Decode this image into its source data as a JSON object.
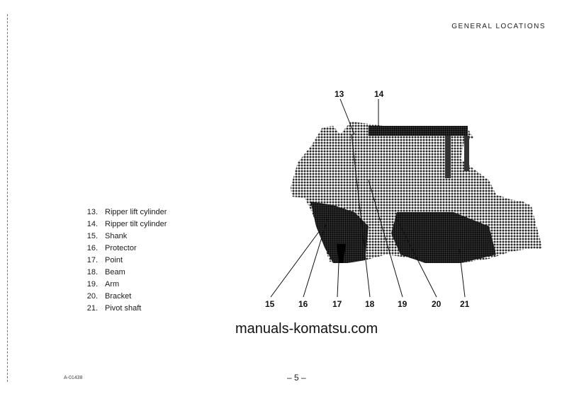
{
  "header": {
    "section_title": "GENERAL LOCATIONS"
  },
  "legend": {
    "items": [
      {
        "num": "13.",
        "label": "Ripper lift cylinder"
      },
      {
        "num": "14.",
        "label": "Ripper tilt cylinder"
      },
      {
        "num": "15.",
        "label": "Shank"
      },
      {
        "num": "16.",
        "label": "Protector"
      },
      {
        "num": "17.",
        "label": "Point"
      },
      {
        "num": "18.",
        "label": "Beam"
      },
      {
        "num": "19.",
        "label": "Arm"
      },
      {
        "num": "20.",
        "label": "Bracket"
      },
      {
        "num": "21.",
        "label": "Pivot shaft"
      }
    ]
  },
  "callouts": {
    "c13": "13",
    "c14": "14",
    "c15": "15",
    "c16": "16",
    "c17": "17",
    "c18": "18",
    "c19": "19",
    "c20": "20",
    "c21": "21"
  },
  "watermark": "manuals-komatsu.com",
  "footer": {
    "page_number": "– 5 –",
    "doc_code": "A-01438"
  },
  "illustration": {
    "subject": "bulldozer-with-ripper-photo",
    "tone": "#2a2a2a"
  }
}
